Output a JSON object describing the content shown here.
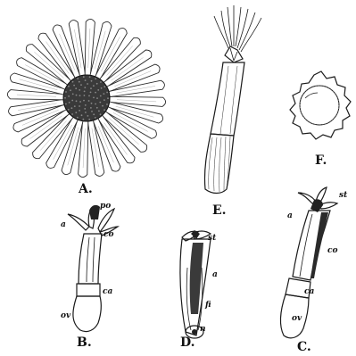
{
  "panels": {
    "A": {
      "label": "A."
    },
    "B": {
      "label": "B.",
      "parts": {
        "po": "po",
        "a": "a",
        "co": "co",
        "ca": "ca",
        "ov": "ov"
      }
    },
    "C": {
      "label": "C.",
      "parts": {
        "st": "st",
        "a": "a",
        "co": "co",
        "ca": "ca",
        "ov": "ov"
      }
    },
    "D": {
      "label": "D.",
      "parts": {
        "st": "st",
        "a": "a",
        "fi": "fi",
        "n": "n"
      }
    },
    "E": {
      "label": "E."
    },
    "F": {
      "label": "F."
    }
  }
}
